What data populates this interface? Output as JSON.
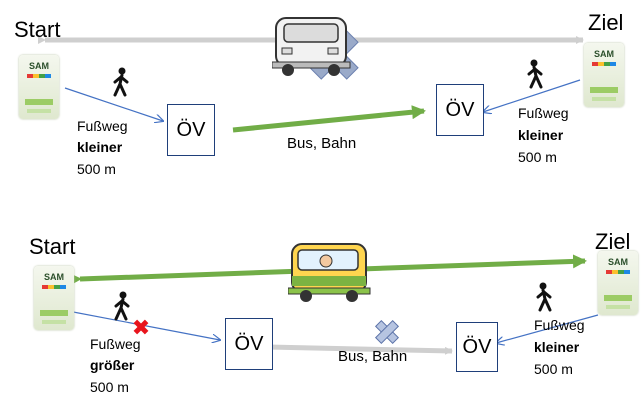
{
  "scenario_top": {
    "start_label": "Start",
    "ziel_label": "Ziel",
    "stop_sign_text": "SAM",
    "ov_label": "ÖV",
    "bus_bahn_label": "Bus, Bahn",
    "left_walk": {
      "word": "Fußweg",
      "qualifier": "kleiner",
      "distance": "500 m"
    },
    "right_walk": {
      "word": "Fußweg",
      "qualifier": "kleiner",
      "distance": "500 m"
    }
  },
  "scenario_bottom": {
    "start_label": "Start",
    "ziel_label": "Ziel",
    "stop_sign_text": "SAM",
    "ov_label": "ÖV",
    "bus_bahn_label": "Bus, Bahn",
    "left_walk": {
      "word": "Fußweg",
      "qualifier": "größer",
      "distance": "500 m"
    },
    "right_walk": {
      "word": "Fußweg",
      "qualifier": "kleiner",
      "distance": "500 m"
    }
  },
  "colors": {
    "green_arrow": "#71ad47",
    "grey_arrow": "#cfcfcf",
    "walk_line": "#4472c4",
    "cross_red": "#e8141d",
    "cross_blue_grey": "#9aaac9"
  },
  "icons": [
    "bus-icon",
    "pedestrian-icon",
    "bus-stop-sign-icon",
    "cross-icon"
  ]
}
